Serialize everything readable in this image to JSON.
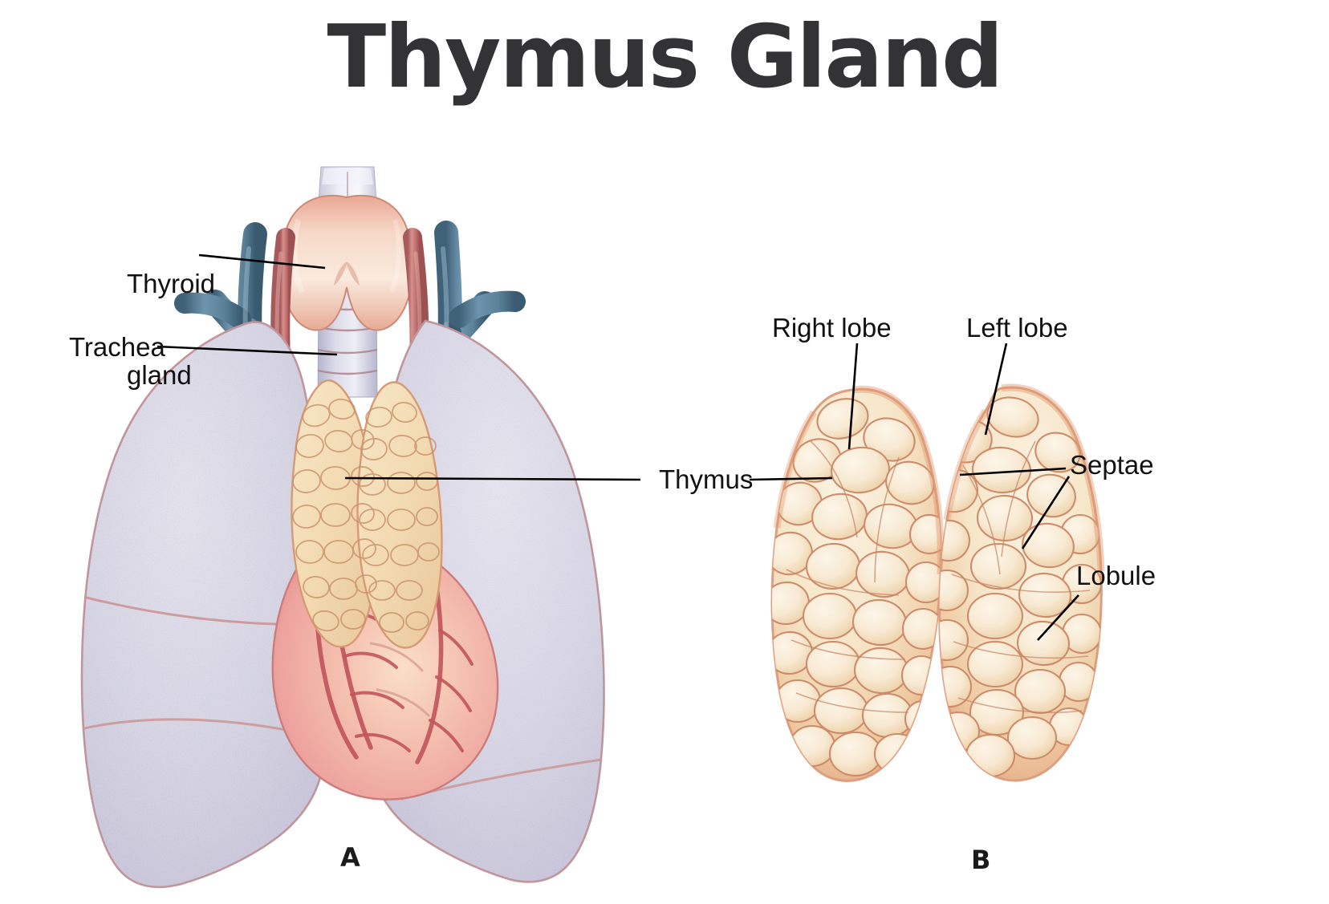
{
  "title": "Thymus Gland",
  "colors": {
    "title_text": "#333335",
    "label_text": "#111111",
    "leader_line": "#000000",
    "lung": "#d7d5e6",
    "lung_edge": "#c08e95",
    "thymus_body": "#f4e2bf",
    "thymus_edge": "#e0a07f",
    "thymus_lobule_fill": "#f7ebd8",
    "thymus_lobule_line": "#c8866a",
    "heart": "#f0a9a5",
    "heart_vessel": "#c9565a",
    "thyroid": "#f3cfc1",
    "trachea": "#c9cadd",
    "trachea_ring": "#a9808a",
    "vein_blue": "#5a7f99",
    "artery_red": "#c5706f",
    "background": "#ffffff"
  },
  "panels": [
    {
      "id": "A",
      "letter": "A",
      "caption_letter": "A",
      "description": "Thymus in situ within the thorax with lungs, heart, trachea and thyroid gland",
      "labels": [
        {
          "id": "thyroid-gland",
          "text": "Thyroid\ngland",
          "line1": "Thyroid",
          "line2": "gland"
        },
        {
          "id": "trachea",
          "text": "Trachea"
        }
      ]
    },
    {
      "id": "B",
      "letter": "B",
      "caption_letter": "B",
      "description": "Isolated thymus gland showing right and left lobes, septae and lobules",
      "labels": [
        {
          "id": "right-lobe",
          "text": "Right lobe"
        },
        {
          "id": "left-lobe",
          "text": "Left lobe"
        },
        {
          "id": "septae",
          "text": "Septae"
        },
        {
          "id": "lobule",
          "text": "Lobule"
        }
      ]
    }
  ],
  "shared_labels": [
    {
      "id": "thymus",
      "text": "Thymus",
      "points_to": [
        "panel-a-thymus",
        "panel-b-right-lobe"
      ]
    }
  ],
  "label_text": {
    "thyroid_gland_line1": "Thyroid",
    "thyroid_gland_line2": "gland",
    "trachea": "Trachea",
    "thymus": "Thymus",
    "right_lobe": "Right lobe",
    "left_lobe": "Left lobe",
    "septae": "Septae",
    "lobule": "Lobule",
    "panel_a_letter": "A",
    "panel_b_letter": "B"
  }
}
